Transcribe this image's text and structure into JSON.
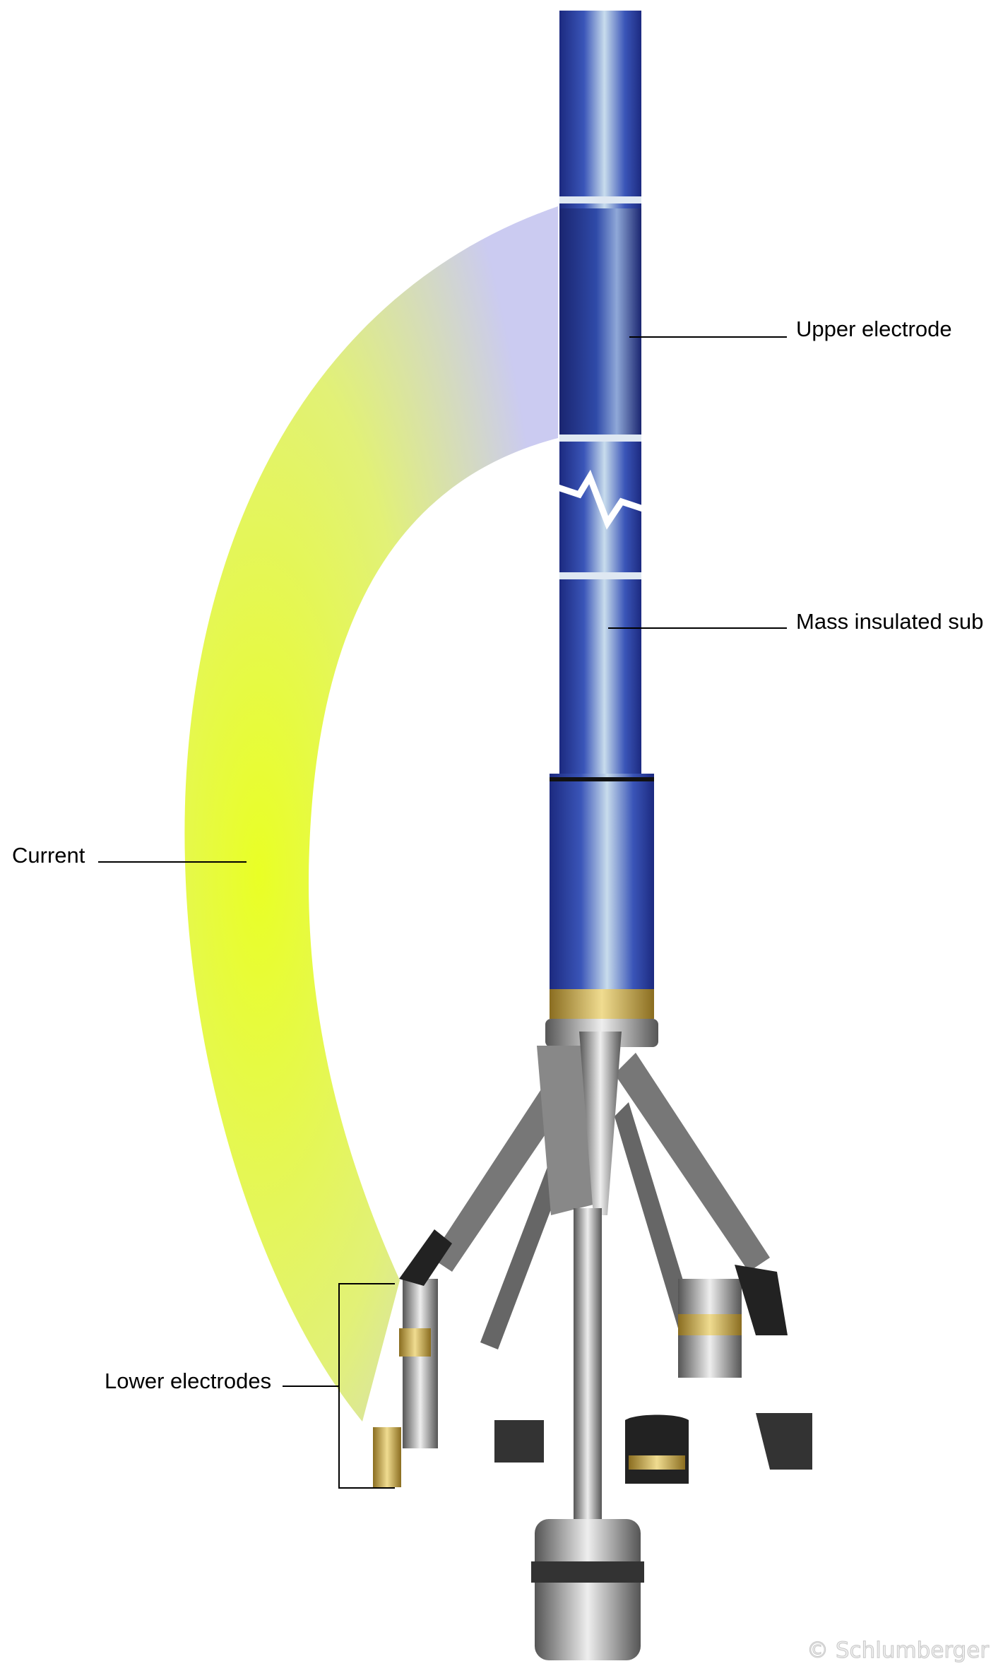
{
  "labels": {
    "upper_electrode": "Upper electrode",
    "mass_insulated_sub": "Mass insulated sub",
    "current": "Current",
    "lower_electrodes": "Lower electrodes"
  },
  "watermark": "© Schlumberger",
  "colors": {
    "pipe_blue": "#2b3d9a",
    "current_yellow": "#e8ff1a",
    "current_lavender": "#c8c8f0",
    "gold_band": "#c9a94a"
  }
}
